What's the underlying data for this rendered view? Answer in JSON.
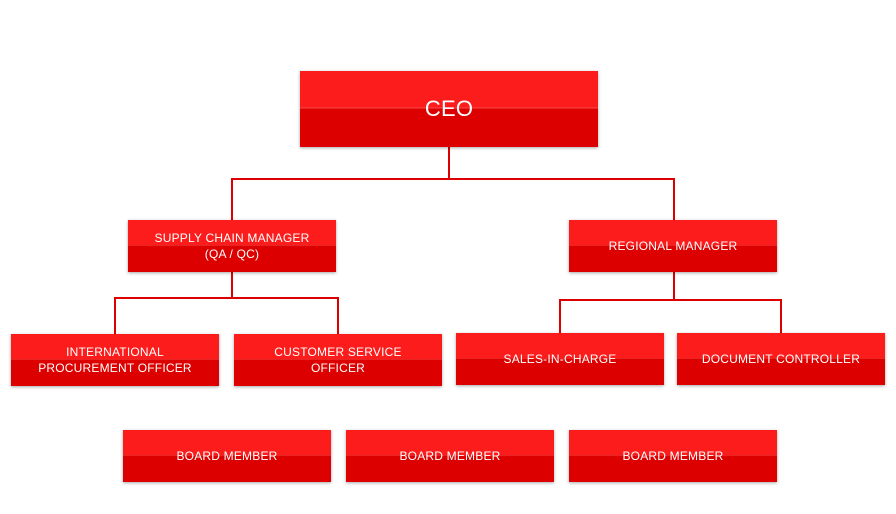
{
  "org_chart": {
    "ceo": "CEO",
    "supply_chain_manager": "SUPPLY CHAIN MANAGER\n(QA / QC)",
    "regional_manager": "REGIONAL MANAGER",
    "international_procurement_officer": "INTERNATIONAL\nPROCUREMENT OFFICER",
    "customer_service_officer": "CUSTOMER SERVICE\nOFFICER",
    "sales_in_charge": "SALES-IN-CHARGE",
    "document_controller": "DOCUMENT CONTROLLER",
    "board_members": [
      "BOARD MEMBER",
      "BOARD MEMBER",
      "BOARD MEMBER"
    ]
  },
  "colors": {
    "box_top": "#fc1c1c",
    "box_bottom": "#dd0000",
    "connector": "#dd0000",
    "text": "#ffffff"
  }
}
